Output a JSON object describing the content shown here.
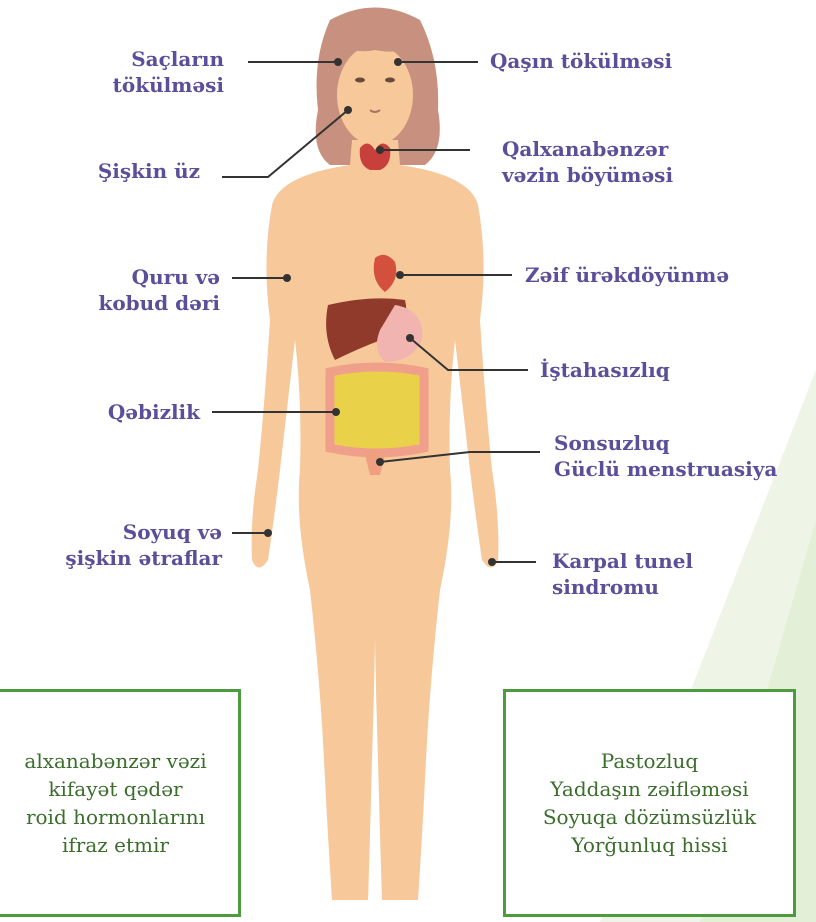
{
  "labels": {
    "hair_loss": [
      "Saçların",
      "tökülməsi"
    ],
    "brow_loss": [
      "Qaşın tökülməsi"
    ],
    "puffy_face": [
      "Şişkin üz"
    ],
    "thyroid_enlargement": [
      "Qalxanabənzər",
      "vəzin  böyüməsi"
    ],
    "dry_skin": [
      "Quru və",
      "kobud dəri"
    ],
    "weak_heartbeat": [
      "Zəif ürəkdöyünmə"
    ],
    "appetite_loss": [
      "İştahasızlıq"
    ],
    "constipation": [
      "Qəbizlik"
    ],
    "infertility": [
      "Sonsuzluq",
      "Güclü menstruasiya"
    ],
    "cold_limbs": [
      "Soyuq və",
      "şişkin ətraflar"
    ],
    "carpal_tunnel": [
      "Karpal tunel",
      "sindromu"
    ]
  },
  "boxes": {
    "left": [
      "alxanabənzər vəzi",
      "kifayət qədər",
      "roid hormonlarını",
      "ifraz etmir"
    ],
    "right": [
      "Pastozluq",
      "Yaddaşın zəifləməsi",
      "Soyuqa dözümsüzlük",
      "Yorğunluq hissi"
    ]
  },
  "colors": {
    "label_text": "#5b4f99",
    "box_border": "#4e9a3e",
    "box_text": "#3b6d2c",
    "skin": "#f7c99a",
    "hair": "#c8907f"
  }
}
